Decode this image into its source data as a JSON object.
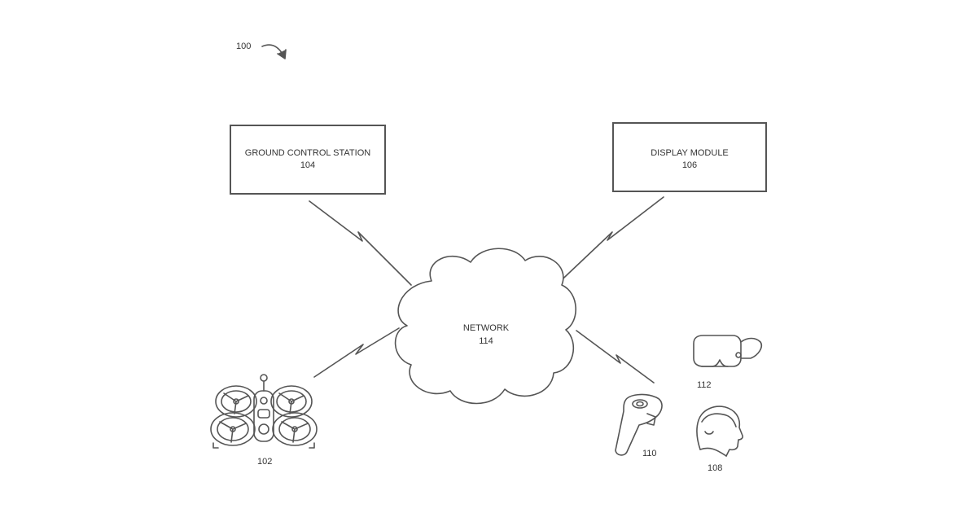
{
  "figure": {
    "ref": "100"
  },
  "nodes": {
    "ground_control": {
      "title": "GROUND CONTROL STATION",
      "ref": "104"
    },
    "display_module": {
      "title": "DISPLAY MODULE",
      "ref": "106"
    },
    "network": {
      "title": "NETWORK",
      "ref": "114"
    },
    "drone": {
      "ref": "102",
      "icon": "drone-icon"
    },
    "controller": {
      "ref": "110",
      "icon": "controller-icon"
    },
    "headset": {
      "ref": "112",
      "icon": "vr-headset-icon"
    },
    "user": {
      "ref": "108",
      "icon": "user-icon"
    }
  },
  "colors": {
    "line": "#555555",
    "text": "#333333"
  }
}
